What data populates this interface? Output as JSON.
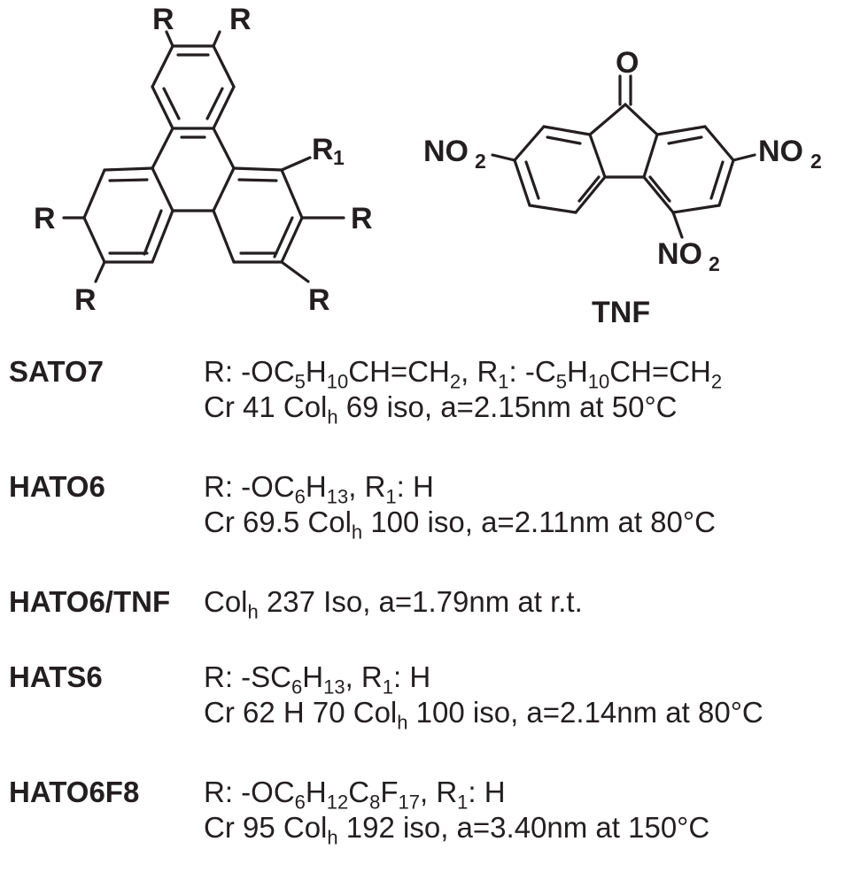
{
  "molecules": {
    "triphenylene": {
      "substituent": "R",
      "special_substituent": "R",
      "special_index": "1"
    },
    "tnf": {
      "name": "TNF",
      "carbonyl": "O",
      "nitro": "NO",
      "nitro_index": "2"
    }
  },
  "entries": [
    {
      "name": "SATO7",
      "line1": [
        "R: -OC",
        "5",
        "H",
        "10",
        "CH=CH",
        "2",
        ", R",
        "1",
        ": -C",
        "5",
        "H",
        "10",
        "CH=CH",
        "2"
      ],
      "line2": [
        "Cr 41 Col",
        "h",
        " 69 iso, a=2.15nm at 50°C"
      ]
    },
    {
      "name": "HATO6",
      "line1": [
        "R: -OC",
        "6",
        "H",
        "13",
        ", R",
        "1",
        ": H"
      ],
      "line2": [
        "Cr 69.5 Col",
        "h",
        " 100 iso, a=2.11nm at 80°C"
      ]
    },
    {
      "name": "HATO6/TNF",
      "line1": [
        "Col",
        "h",
        " 237 Iso, a=1.79nm at r.t."
      ]
    },
    {
      "name": "HATS6",
      "line1": [
        "R: -SC",
        "6",
        "H",
        "13",
        ", R",
        "1",
        ": H"
      ],
      "line2": [
        "Cr 62 H 70 Col",
        "h",
        " 100 iso, a=2.14nm at 80°C"
      ]
    },
    {
      "name": "HATO6F8",
      "line1": [
        "R: -OC",
        "6",
        "H",
        "12",
        "C",
        "8",
        "F",
        "17",
        ", R",
        "1",
        ": H"
      ],
      "line2": [
        "Cr 95 Col",
        "h",
        " 192 iso, a=3.40nm at 150°C"
      ]
    }
  ]
}
